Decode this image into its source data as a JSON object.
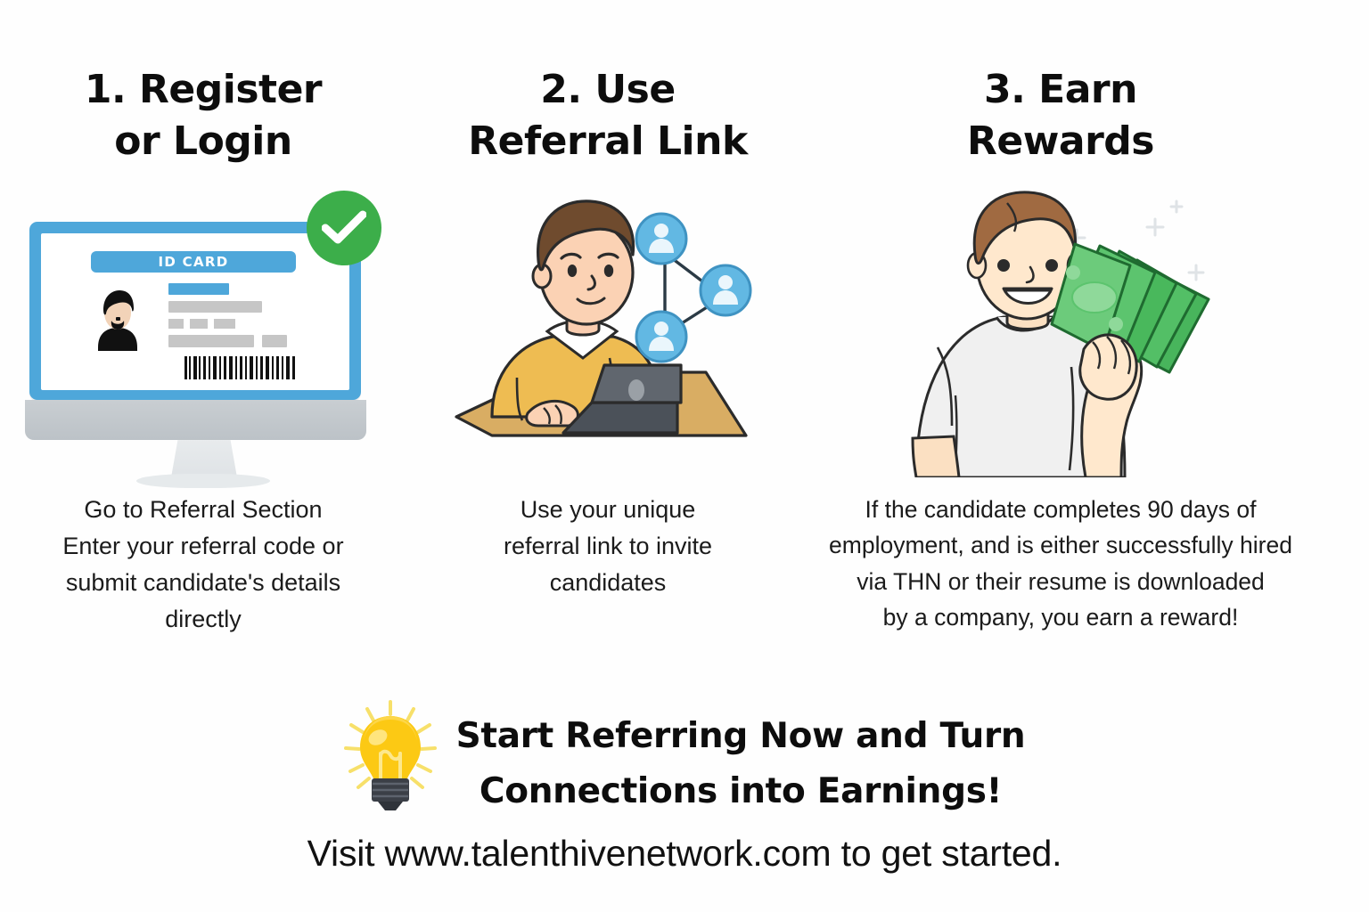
{
  "page": {
    "background_color": "#fefefe",
    "heading_color": "#0d0d0d",
    "body_color": "#1b1b1b",
    "accent_blue": "#4ea7da",
    "accent_green": "#3cae4a",
    "accent_yellow": "#f2c14a",
    "money_green": "#4caf50"
  },
  "steps": [
    {
      "title": "1. Register\nor Login",
      "caption": "Go to Referral Section\nEnter your referral code or\nsubmit candidate's details\ndirectly",
      "art": {
        "icon": "monitor-id-card-illustration",
        "id_card_label": "ID CARD",
        "badge": "green-check-badge"
      }
    },
    {
      "title": "2. Use\nReferral Link",
      "caption": "Use your unique\nreferral link to invite\ncandidates",
      "art": {
        "icon": "person-laptop-network-illustration",
        "network_nodes": 3
      }
    },
    {
      "title": "3. Earn\nRewards",
      "caption": "If the candidate completes 90 days of\nemployment, and is either successfully hired\nvia THN or their resume is downloaded\nby a company, you earn a reward!",
      "art": {
        "icon": "person-holding-money-illustration",
        "bills": 5
      }
    }
  ],
  "cta": {
    "bulb_icon": "lightbulb-icon",
    "headline": "Start Referring Now and Turn\nConnections into Earnings!",
    "url_line": "Visit www.talenthivenetwork.com to get started."
  }
}
